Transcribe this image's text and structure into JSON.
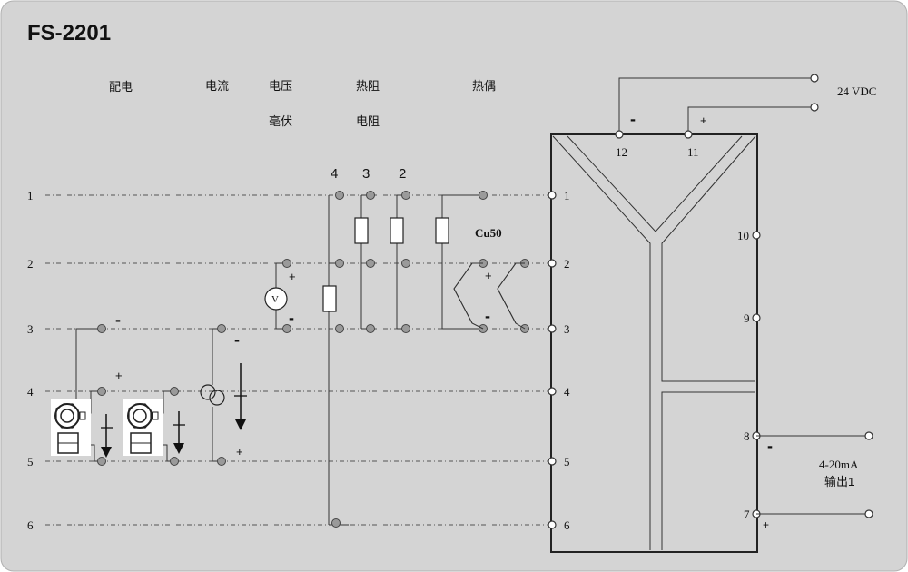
{
  "title": "FS-2201",
  "colors": {
    "panel": "#d4d4d4",
    "panel_border": "#b0b0b0",
    "terminal_grey": "#9a9a9a"
  },
  "headers": {
    "pd": "配电",
    "dl": "电流",
    "dy": "电压",
    "hf": "毫伏",
    "rz": "热阻",
    "dz": "电阻",
    "ro": "热偶"
  },
  "rows": [
    "1",
    "2",
    "3",
    "4",
    "5",
    "6"
  ],
  "wire_counts": {
    "four": "4",
    "three": "3",
    "two": "2"
  },
  "cu50": "Cu50",
  "supply": {
    "label": "24 VDC",
    "minus": "-",
    "plus": "+",
    "t12": "12",
    "t11": "11"
  },
  "right_terminals": {
    "t10": "10",
    "t9": "9",
    "t8": "8",
    "t7": "7"
  },
  "output": {
    "line1": "4-20mA",
    "line2": "输出1",
    "minus": "-",
    "plus": "+"
  },
  "signs": {
    "minus": "-",
    "plus": "+"
  },
  "voltmeter": "V"
}
